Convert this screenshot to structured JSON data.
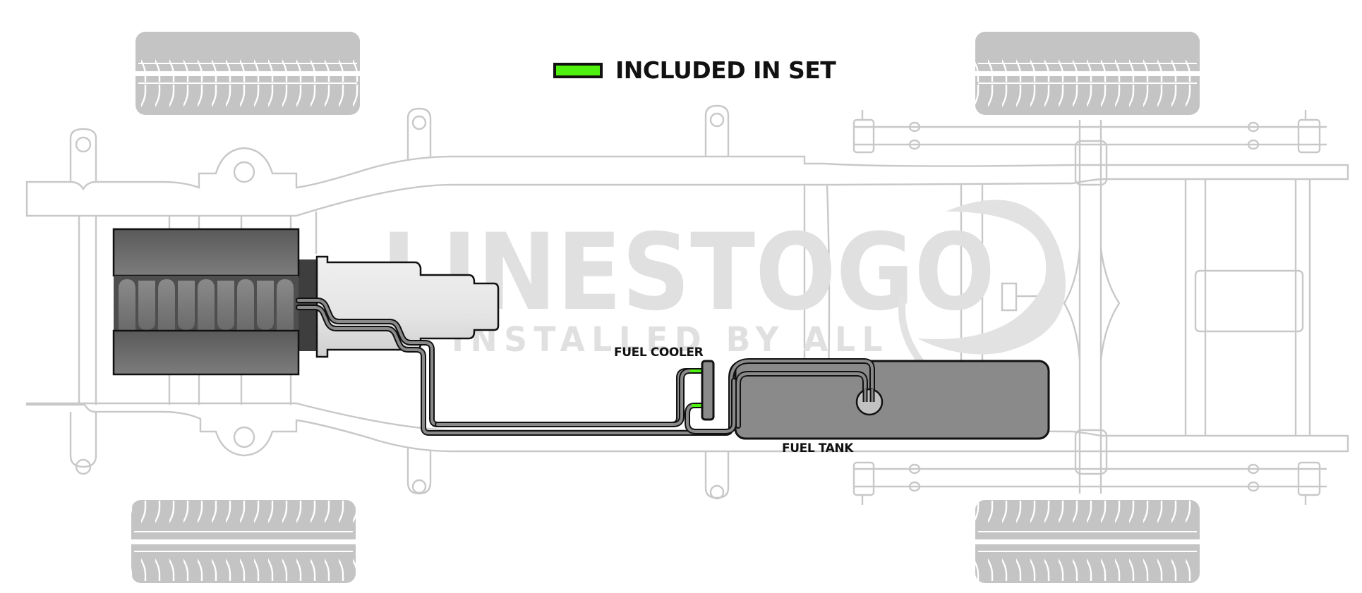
{
  "legend": {
    "label": "INCLUDED IN SET",
    "swatch_color": "#4ff00f"
  },
  "labels": {
    "fuel_cooler": "FUEL COOLER",
    "fuel_tank": "FUEL TANK"
  },
  "watermark": {
    "brand": "LINESTOGO",
    "tagline": "INSTALLED BY ALL"
  },
  "colors": {
    "frame_outline": "#c8c8c8",
    "tire_fill": "#c4c4c4",
    "engine_dark": "#5e5e5e",
    "transmission_fill": "#e6e6e6",
    "fuel_tank_fill": "#8a8a8a",
    "fuel_line": "#7a7a7a",
    "included_highlight": "#4ff00f",
    "watermark": "#e0e0e0"
  },
  "components": [
    {
      "name": "engine"
    },
    {
      "name": "transmission"
    },
    {
      "name": "fuel cooler"
    },
    {
      "name": "fuel tank"
    },
    {
      "name": "fuel sending unit"
    },
    {
      "name": "fuel lines"
    },
    {
      "name": "front tires"
    },
    {
      "name": "rear tires"
    },
    {
      "name": "chassis frame"
    },
    {
      "name": "rear axle"
    }
  ]
}
